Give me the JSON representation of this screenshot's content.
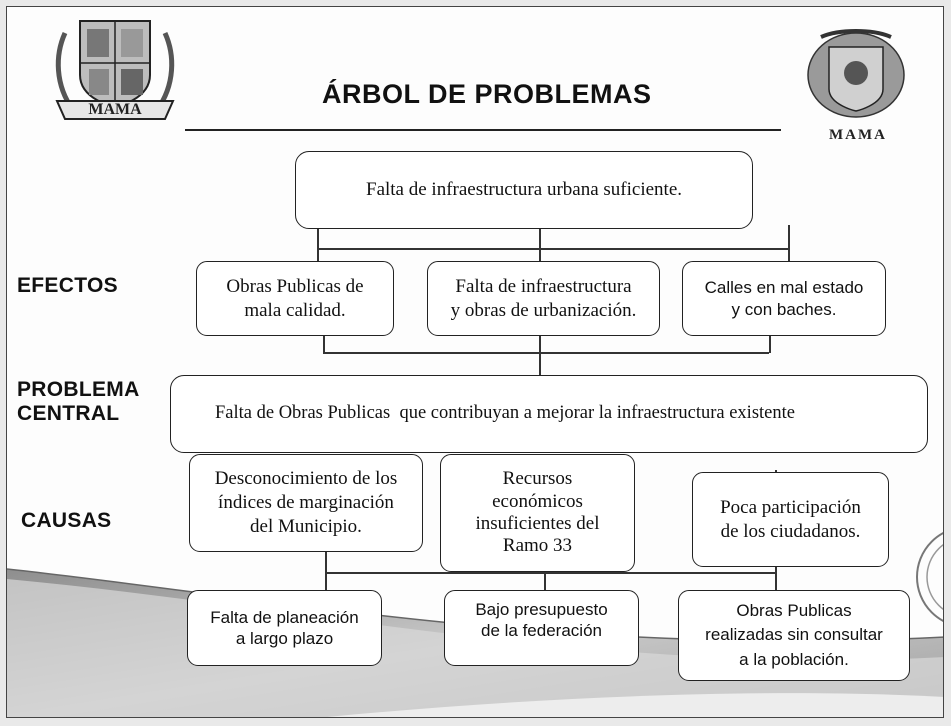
{
  "header": {
    "title": "ÁRBOL DE PROBLEMAS",
    "logo_left_text": "MAMA",
    "logo_right_text": "MAMA"
  },
  "labels": {
    "efectos": "EFECTOS",
    "problema_line1": "PROBLEMA",
    "problema_line2": "CENTRAL",
    "causas": "CAUSAS"
  },
  "top_effect": "Falta de infraestructura urbana suficiente.",
  "effects": [
    {
      "line1": "Obras Publicas de",
      "line2": "mala calidad."
    },
    {
      "line1": "Falta de infraestructura",
      "line2": "y obras de urbanización."
    },
    {
      "line1": "Calles en mal estado",
      "line2": "y con baches."
    }
  ],
  "central_problem": "Falta de Obras Publicas  que contribuyan a mejorar la infraestructura existente",
  "causes": [
    {
      "lines": [
        "Desconocimiento de los",
        "índices de marginación",
        "del Municipio."
      ]
    },
    {
      "lines": [
        "Recursos",
        "económicos",
        "insuficientes del",
        "Ramo 33"
      ]
    },
    {
      "lines": [
        "Poca participación",
        "de los ciudadanos."
      ]
    }
  ],
  "root_causes": [
    {
      "lines": [
        "Falta de planeación",
        "a largo plazo"
      ]
    },
    {
      "lines": [
        "Bajo presupuesto",
        "de la federación"
      ]
    },
    {
      "lines": [
        "Obras Publicas",
        "realizadas sin consultar",
        "a la población."
      ]
    }
  ]
}
